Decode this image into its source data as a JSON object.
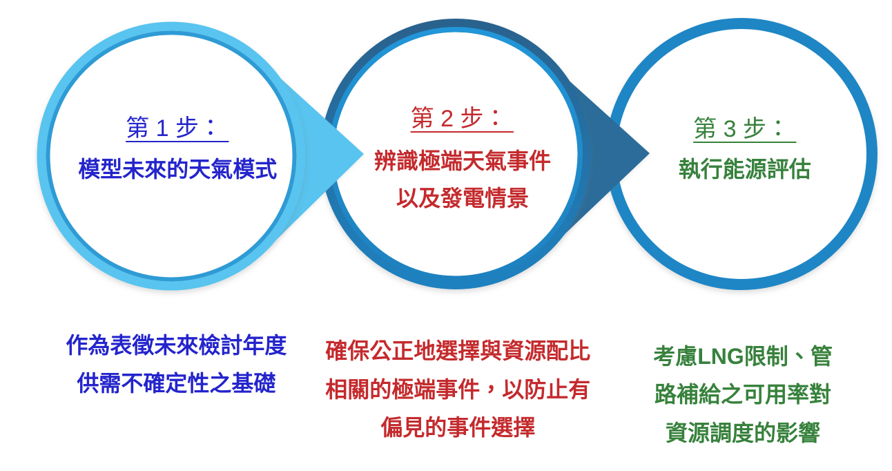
{
  "diagram": {
    "background_color": "#ffffff",
    "steps": [
      {
        "title": "第 1 步：",
        "body_lines": [
          "模型未來的天氣模式"
        ],
        "description_lines": [
          "作為表徵未來檢討年度",
          "供需不確定性之基礎"
        ],
        "text_color": "#2424cc",
        "ring": {
          "band": "#58c4ef",
          "inner_line": "#2e9bd5"
        }
      },
      {
        "title": "第 2 步：",
        "body_lines": [
          "辨識極端天氣事件",
          "以及發電情景"
        ],
        "description_lines": [
          "確保公正地選擇與資源配比",
          "相關的極端事件，以防止有",
          "偏見的事件選擇"
        ],
        "text_color": "#c42a2d",
        "ring": {
          "outer_top": "#2a628e",
          "outer_bottom": "#1e81bf",
          "inner_top": "#2196d8",
          "inner_bottom": "#1e81bf"
        }
      },
      {
        "title": "第 3 步：",
        "body_lines": [
          "執行能源評估"
        ],
        "description_lines": [
          "考慮LNG限制、管",
          "路補給之可用率對",
          "資源調度的影響"
        ],
        "text_color": "#37813c",
        "ring": {
          "band": "#1e86c5"
        }
      }
    ],
    "arrows": [
      {
        "from_step": 1,
        "to_step": 2,
        "color": "#58c4ef"
      },
      {
        "from_step": 2,
        "to_step": 3,
        "color": "#2b6c9a"
      }
    ],
    "interior_color": "#ffffff"
  }
}
